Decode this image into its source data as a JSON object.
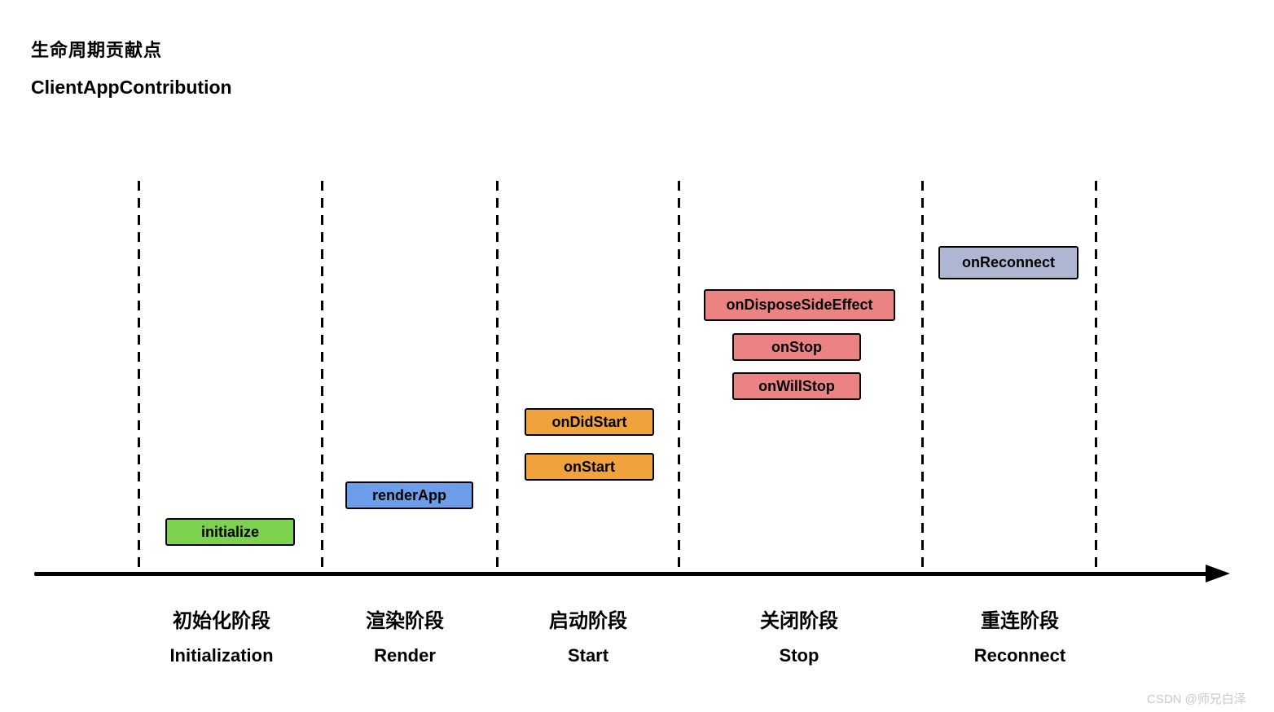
{
  "page": {
    "title_line1": "生命周期贡献点",
    "title_line2": "ClientAppContribution"
  },
  "colors": {
    "initialize_green": "#7CD14E",
    "render_blue": "#6C9DE8",
    "start_orange": "#F0A23C",
    "stop_salmon": "#EC8383",
    "reconnect_gray_blue": "#AEB6D1",
    "outline": "#000000",
    "axis": "#000000",
    "watermark": "#C9C9C9"
  },
  "phases": [
    {
      "label_cn": "初始化阶段",
      "label_en": "Initialization"
    },
    {
      "label_cn": "渲染阶段",
      "label_en": "Render"
    },
    {
      "label_cn": "启动阶段",
      "label_en": "Start"
    },
    {
      "label_cn": "关闭阶段",
      "label_en": "Stop"
    },
    {
      "label_cn": "重连阶段",
      "label_en": "Reconnect"
    }
  ],
  "contributions": [
    {
      "label": "initialize",
      "phase": "Initialization",
      "color": "#7CD14E"
    },
    {
      "label": "renderApp",
      "phase": "Render",
      "color": "#6C9DE8"
    },
    {
      "label": "onStart",
      "phase": "Start",
      "color": "#F0A23C"
    },
    {
      "label": "onDidStart",
      "phase": "Start",
      "color": "#F0A23C"
    },
    {
      "label": "onWillStop",
      "phase": "Stop",
      "color": "#EC8383"
    },
    {
      "label": "onStop",
      "phase": "Stop",
      "color": "#EC8383"
    },
    {
      "label": "onDisposeSideEffect",
      "phase": "Stop",
      "color": "#EC8383"
    },
    {
      "label": "onReconnect",
      "phase": "Reconnect",
      "color": "#AEB6D1"
    }
  ],
  "watermark": {
    "text": "CSDN @师兄白泽"
  }
}
